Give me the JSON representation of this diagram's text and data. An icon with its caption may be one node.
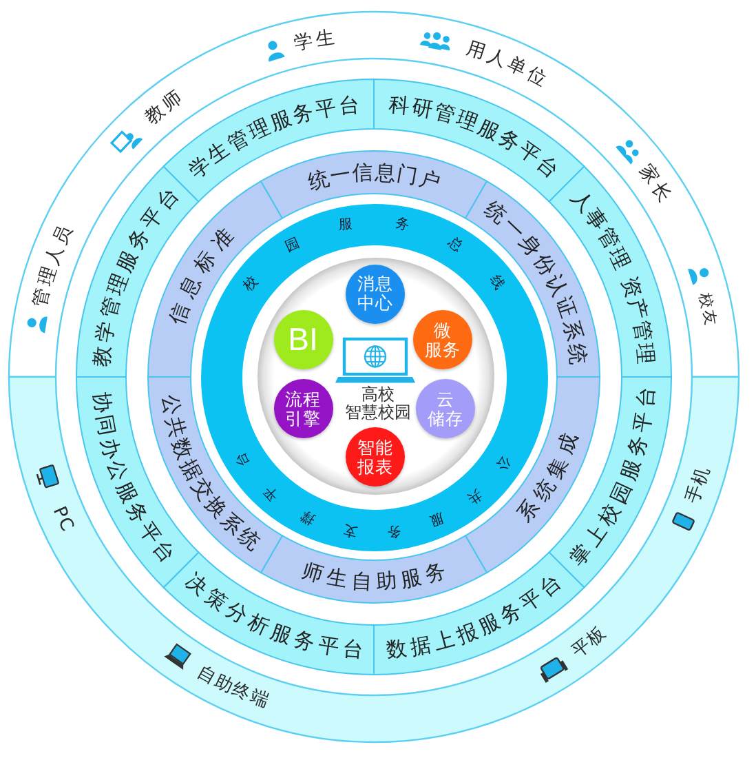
{
  "diagram": {
    "nodes": [
      {
        "text": [
          "管理人员",
          "教师",
          "学生",
          "用人单位",
          "家长",
          "校友"
        ]
      },
      {
        "text": [
          "PC",
          "自助终端",
          "平板",
          "手机"
        ]
      },
      {
        "text": [
          "教学管理服务平台"
        ]
      },
      {
        "text": [
          "学生管理服务平台"
        ]
      },
      {
        "text": [
          "科研管理服务平台"
        ]
      },
      {
        "text": [
          "人事管理 资产管理"
        ]
      },
      {
        "text": [
          "掌上校园服务平台"
        ]
      },
      {
        "text": [
          "数据上报服务平台"
        ]
      },
      {
        "text": [
          "决策分析服务平台"
        ]
      },
      {
        "text": [
          "协同办公服务平台"
        ]
      },
      {
        "text": [
          "信息标准"
        ]
      },
      {
        "text": [
          "统一信息门户"
        ]
      },
      {
        "text": [
          "统一身份认证系统"
        ]
      },
      {
        "text": [
          "系统集成"
        ]
      },
      {
        "text": [
          "师生自助服务"
        ]
      },
      {
        "text": [
          "公共数据交换系统"
        ]
      },
      {
        "text": [
          "校园服务总线",
          "公共服务支撑平台"
        ]
      },
      {
        "text": [
          "高校智慧校园"
        ],
        "in": 16
      },
      {
        "text": [
          "消息中心"
        ],
        "in": 17
      },
      {
        "text": [
          "微服务"
        ],
        "in": 17
      },
      {
        "text": [
          "云储存"
        ],
        "in": 17
      },
      {
        "text": [
          "智能报表"
        ],
        "in": 17
      },
      {
        "text": [
          "流程引擎"
        ],
        "in": 17
      },
      {
        "text": [
          "BI"
        ],
        "in": 17
      }
    ]
  }
}
